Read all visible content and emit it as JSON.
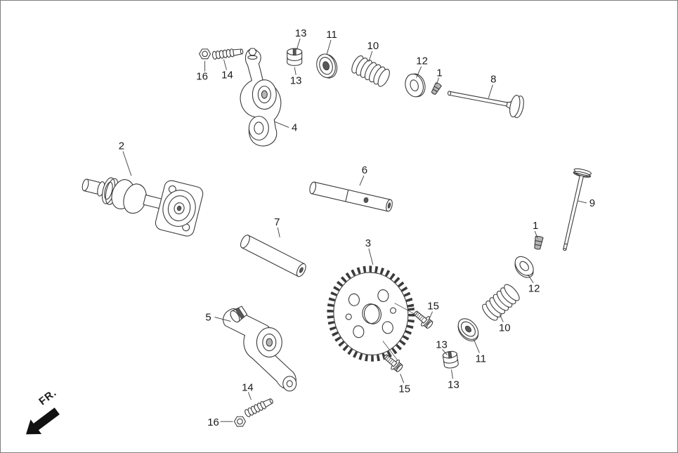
{
  "page": {
    "background": "#ffffff",
    "border_color": "#7d7d7d"
  },
  "colors": {
    "ink": "#3a3a3a",
    "dark_fill": "#585858",
    "shade_fill": "#b5b5b5"
  },
  "diagram": {
    "direction_label": "FR."
  },
  "labels": [
    {
      "text": "13"
    },
    {
      "text": "11"
    },
    {
      "text": "10"
    },
    {
      "text": "16"
    },
    {
      "text": "14"
    },
    {
      "text": "13"
    },
    {
      "text": "12"
    },
    {
      "text": "1"
    },
    {
      "text": "8"
    },
    {
      "text": "4"
    },
    {
      "text": "2"
    },
    {
      "text": "6"
    },
    {
      "text": "9"
    },
    {
      "text": "7"
    },
    {
      "text": "1"
    },
    {
      "text": "3"
    },
    {
      "text": "12"
    },
    {
      "text": "15"
    },
    {
      "text": "10"
    },
    {
      "text": "5"
    },
    {
      "text": "13"
    },
    {
      "text": "11"
    },
    {
      "text": "13"
    },
    {
      "text": "15"
    },
    {
      "text": "14"
    },
    {
      "text": "16"
    }
  ]
}
